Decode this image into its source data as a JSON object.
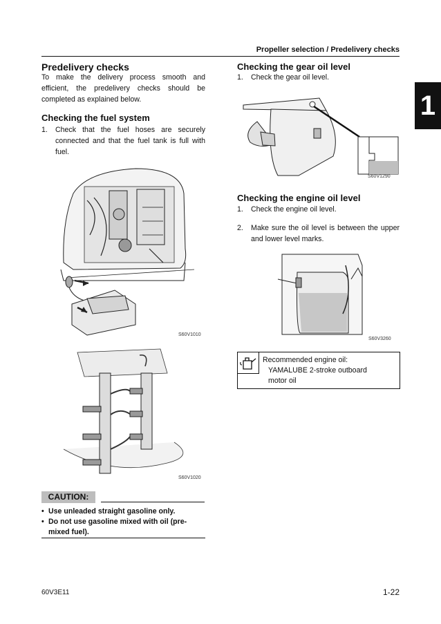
{
  "header": {
    "title": "Propeller selection / Predelivery checks"
  },
  "chapter_tab": "1",
  "left": {
    "heading": "Predelivery checks",
    "intro": "To make the delivery process smooth and efficient, the predelivery checks should be completed as explained below.",
    "fuel_heading": "Checking the fuel system",
    "fuel_step_num": "1.",
    "fuel_step_text": "Check that the fuel hoses are securely connected and that the fuel tank is full with fuel.",
    "fig1_code": "S60V1010",
    "fig2_code": "S60V1020",
    "caution_label": "CAUTION:",
    "caution_items": [
      "Use unleaded straight gasoline only.",
      "Do not use gasoline mixed with oil (pre-mixed fuel)."
    ]
  },
  "right": {
    "gear_heading": "Checking the gear oil level",
    "gear_step_num": "1.",
    "gear_step_text": "Check the gear oil level.",
    "fig3_code": "S60V1290",
    "engine_heading": "Checking the engine oil level",
    "engine_step1_num": "1.",
    "engine_step1_text": "Check the engine oil level.",
    "engine_step2_num": "2.",
    "engine_step2_text": "Make sure the oil level is between the upper and lower level marks.",
    "fig4_code": "S60V3260",
    "note_line1": "Recommended engine oil:",
    "note_line2": "YAMALUBE 2-stroke outboard",
    "note_line3": "motor oil"
  },
  "footer": {
    "left": "60V3E11",
    "right": "1-22"
  }
}
